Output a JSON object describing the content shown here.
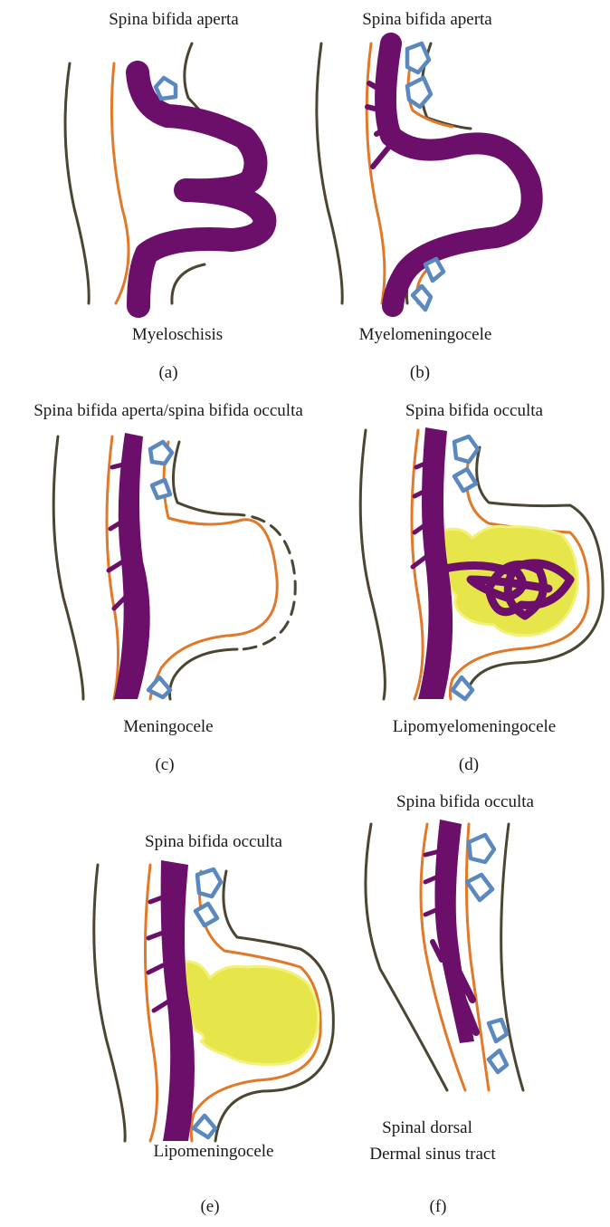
{
  "panels": {
    "a": {
      "title": "Spina bifida aperta",
      "name": "Myeloschisis",
      "letter": "(a)"
    },
    "b": {
      "title": "Spina bifida aperta",
      "name": "Myelomeningocele",
      "letter": "(b)"
    },
    "c": {
      "title": "Spina bifida aperta/spina bifida occulta",
      "name": "Meningocele",
      "letter": "(c)"
    },
    "d": {
      "title": "Spina bifida occulta",
      "name": "Lipomyelomeningocele",
      "letter": "(d)"
    },
    "e": {
      "title": "Spina bifida occulta",
      "name": "Lipomeningocele",
      "letter": "(e)"
    },
    "f": {
      "title": "Spina bifida occulta",
      "name_line1": "Spinal dorsal",
      "name_line2": "Dermal sinus tract",
      "letter": "(f)"
    }
  },
  "colors": {
    "skin": "#4a4632",
    "dura": "#e07a2a",
    "spinal_cord": "#6b0f6b",
    "vertebra": "#5a88bf",
    "lipoma": "#e6e64a"
  }
}
